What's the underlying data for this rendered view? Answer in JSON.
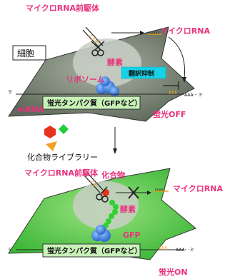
{
  "top": {
    "precursor_label": "マイクロRNA前駆体",
    "microrna_label": "マイクロRNA",
    "cell_label": "細胞",
    "enzyme_label": "酵素",
    "ribosome_label": "リボソーム",
    "translation_block_label": "翻訳抑制",
    "protein_label": "蛍光タンパク質（GFPなど）",
    "mrna_label": "mRNA",
    "five_prime": "5'",
    "three_prime_tail": "AAA··· 3'",
    "status_label": "蛍光OFF"
  },
  "middle": {
    "library_label": "化合物ライブラリー"
  },
  "bottom": {
    "precursor_label": "マイクロRNA前駆体",
    "compound_label": "化合物",
    "microrna_label": "マイクロRNA",
    "enzyme_label": "酵素",
    "gfp_label": "GFP",
    "protein_label": "蛍光タンパク質（GFPなど）",
    "five_prime": "5'",
    "three_prime_tail": "AAA··· 3'",
    "status_label": "蛍光ON"
  },
  "colors": {
    "pink": "#e8327c",
    "cell_top": "#6f7a6a",
    "cell_bottom": "#54c447",
    "nucleus": "#c9cfc5",
    "protein_box": "#c8f1b8",
    "teal_box": "#16d1e8",
    "ribosome": "#3b7fd8",
    "gfp_green": "#2fd02f",
    "compound_red": "#e8331c",
    "compound_green": "#22cc3a",
    "compound_orange": "#f5a020"
  }
}
